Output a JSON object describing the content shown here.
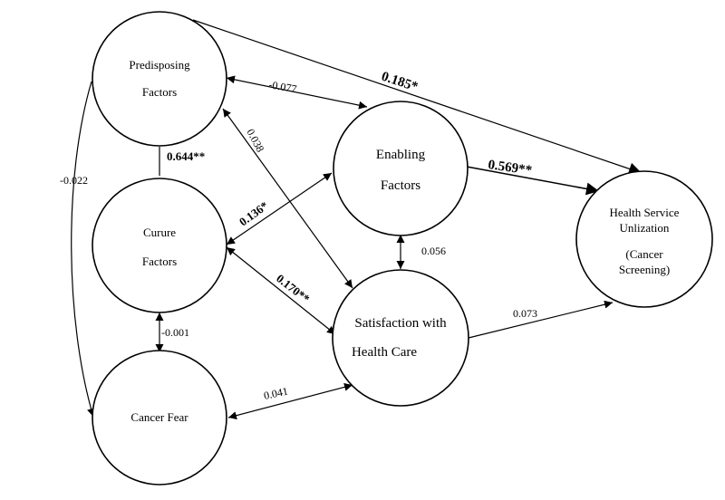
{
  "nodes": {
    "predisposing": {
      "line1": "Predisposing",
      "line2": "Factors"
    },
    "culture": {
      "line1": "Curure",
      "line2": "Factors"
    },
    "cancer_fear": {
      "line1": "Cancer Fear"
    },
    "enabling": {
      "line1": "Enabling",
      "line2": "Factors"
    },
    "satisfaction": {
      "line1": "Satisfaction with",
      "line2": "Health Care"
    },
    "utilization": {
      "line1": "Health Service",
      "line2": "Unlization",
      "line3": "(Cancer",
      "line4": "Screening)"
    }
  },
  "coefficients": {
    "pred_util": "0.185*",
    "pred_enab": "-0.077",
    "pred_satis": "0.038",
    "pred_cult": "0.644**",
    "pred_fear": "-0.022",
    "cult_enab": "0.136*",
    "cult_satis": "0.170**",
    "cult_fear": "-0.001",
    "enab_util": "0.569**",
    "enab_satis": "0.056",
    "satis_util": "0.073",
    "fear_satis": "0.041"
  }
}
